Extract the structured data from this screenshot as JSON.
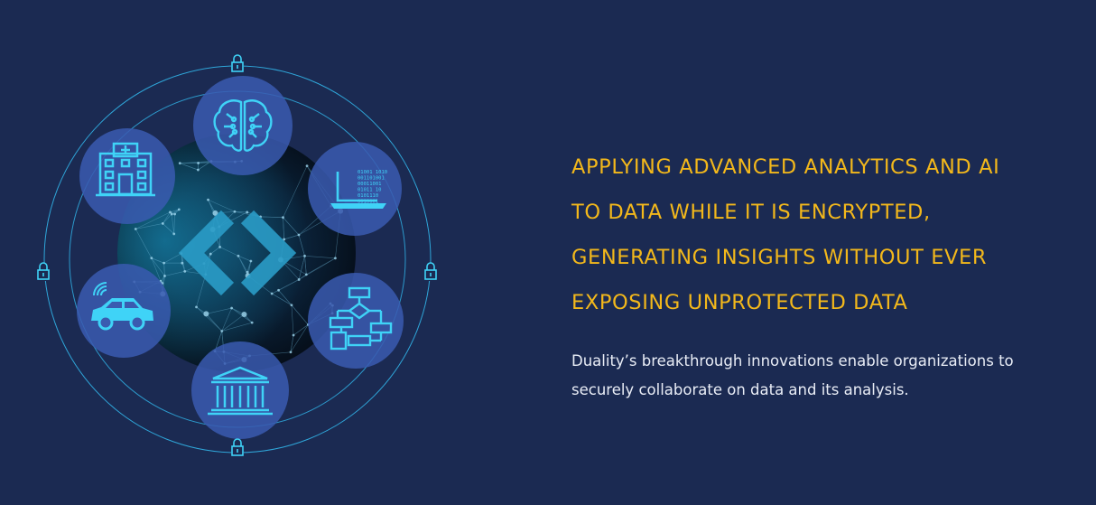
{
  "colors": {
    "background": "#1b2a52",
    "headline": "#f3b81b",
    "body_text": "#e9edf6",
    "icon_cyan": "#3fd3f7",
    "icon_circle": "#3a5bb0",
    "orbit_line": "#2fa6d9"
  },
  "illustration": {
    "center_logo": "duality-logo",
    "icons": [
      "hospital-icon",
      "brain-icon",
      "laptop-binary-icon",
      "car-connected-icon",
      "bank-icon",
      "flowchart-icon",
      "lock-icon"
    ],
    "binary_text": [
      "01001 1010",
      "001101001",
      "00011001",
      "01011 10",
      "0101110",
      "0010001"
    ]
  },
  "headline": {
    "lines": [
      "APPLYING ADVANCED ANALYTICS AND AI",
      "TO DATA WHILE IT IS ENCRYPTED,",
      "GENERATING INSIGHTS WITHOUT EVER",
      "EXPOSING UNPROTECTED DATA"
    ]
  },
  "description": {
    "lines": [
      "Duality’s breakthrough innovations enable organizations to",
      "securely collaborate on data and its analysis."
    ]
  }
}
